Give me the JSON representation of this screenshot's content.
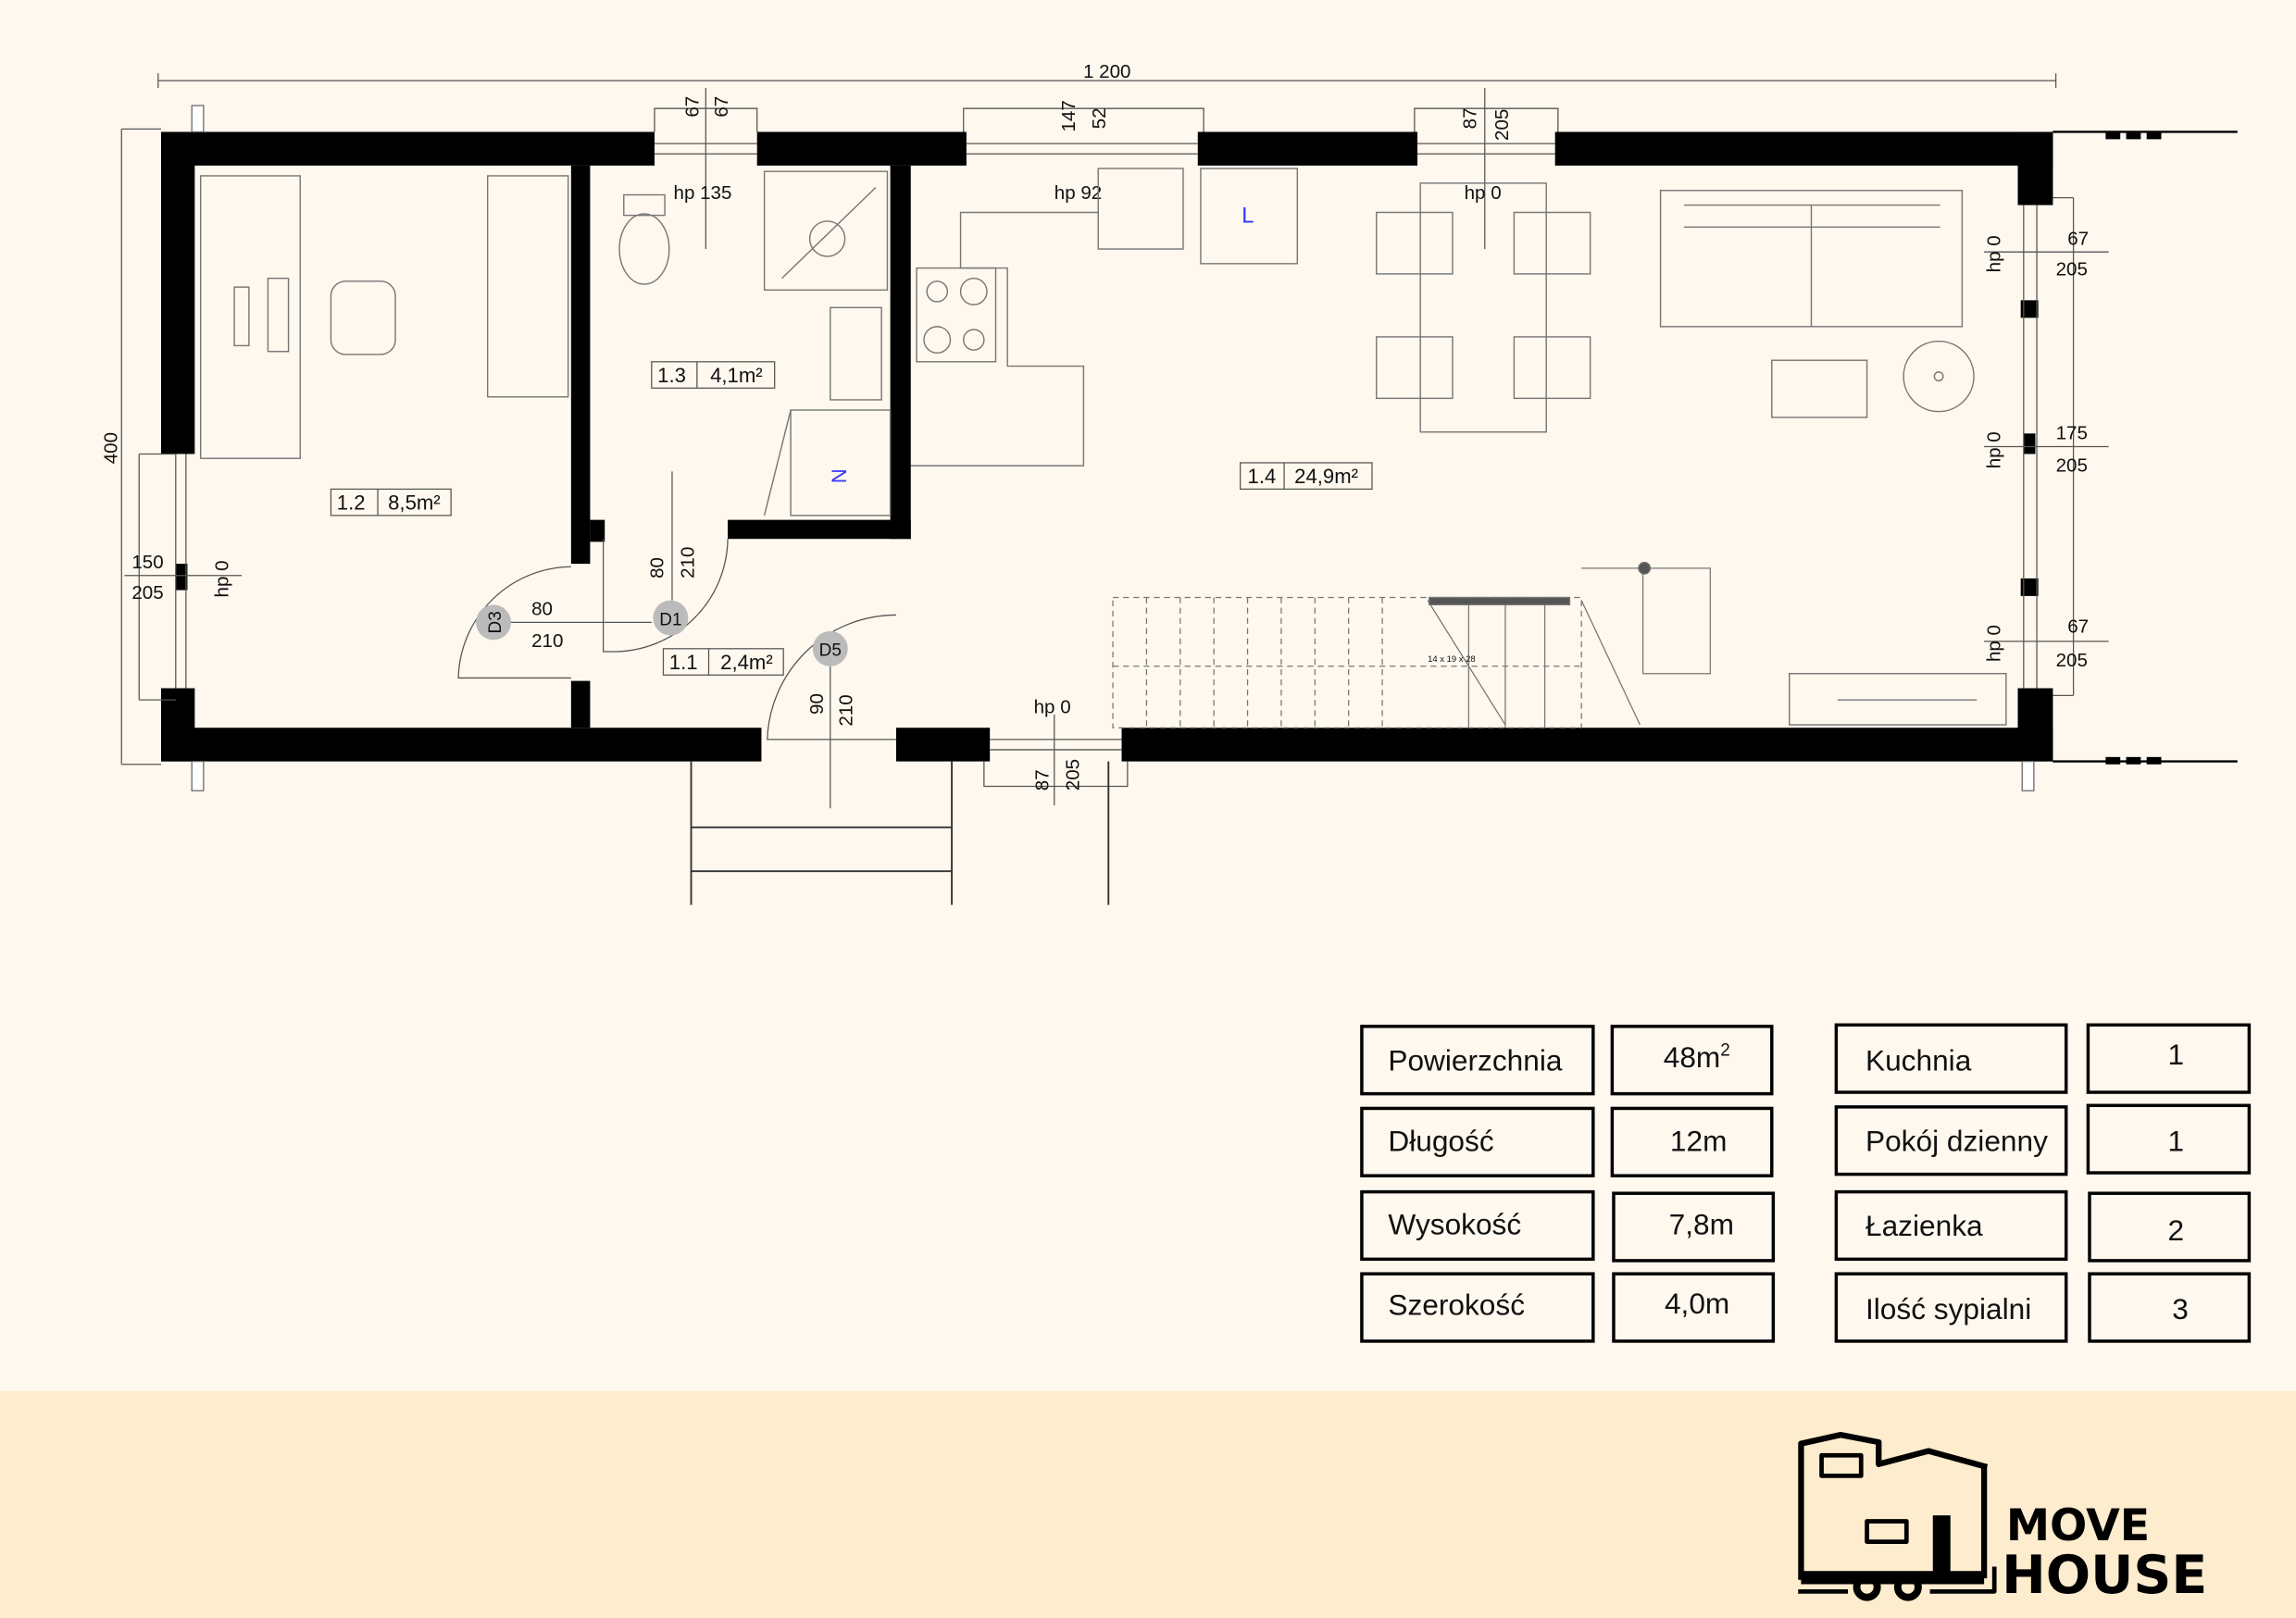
{
  "plan": {
    "overall_length": "1 200",
    "overall_width": "400",
    "rooms": [
      {
        "id": "1.1",
        "area": "2,4m²"
      },
      {
        "id": "1.2",
        "area": "8,5m²"
      },
      {
        "id": "1.3",
        "area": "4,1m²"
      },
      {
        "id": "1.4",
        "area": "24,9m²"
      }
    ],
    "doors": [
      {
        "tag": "D1",
        "w": "80",
        "h": "210"
      },
      {
        "tag": "D3",
        "w": "80",
        "h": "210"
      },
      {
        "tag": "D5",
        "w": "90",
        "h": "210"
      }
    ],
    "windows_top": [
      {
        "a": "67",
        "b": "67",
        "hp": "hp 135"
      },
      {
        "a": "147",
        "b": "52",
        "hp": "hp 92"
      },
      {
        "a": "87",
        "b": "205",
        "hp": "hp 0"
      }
    ],
    "windows_right": [
      {
        "a": "67",
        "b": "205",
        "hp": "hp 0"
      },
      {
        "a": "175",
        "b": "205",
        "hp": "hp 0"
      },
      {
        "a": "67",
        "b": "205",
        "hp": "hp 0"
      }
    ],
    "window_left": {
      "a": "150",
      "b": "205",
      "hp": "hp 0"
    },
    "window_bottom": {
      "a": "87",
      "b": "205",
      "hp": "hp 0"
    },
    "appliance_marks": {
      "fridge": "L",
      "washer": "N"
    },
    "stairs_label": "14 x 19 x 28"
  },
  "specs": {
    "left": [
      {
        "label": "Powierzchnia",
        "value": "48m",
        "sup": "2"
      },
      {
        "label": "Długość",
        "value": "12m"
      },
      {
        "label": "Wysokość",
        "value": "7,8m"
      },
      {
        "label": "Szerokość",
        "value": "4,0m"
      }
    ],
    "right": [
      {
        "label": "Kuchnia",
        "value": "1"
      },
      {
        "label": "Pokój dzienny",
        "value": "1"
      },
      {
        "label": "Łazienka",
        "value": "2"
      },
      {
        "label": "Ilość sypialni",
        "value": "3"
      }
    ]
  },
  "brand": {
    "line1": "MOVE",
    "line2": "HOUSE"
  },
  "colors": {
    "page": "#fef8ee",
    "footer": "#fdeccd",
    "ink": "#000000",
    "appliance": "#3333ff"
  }
}
